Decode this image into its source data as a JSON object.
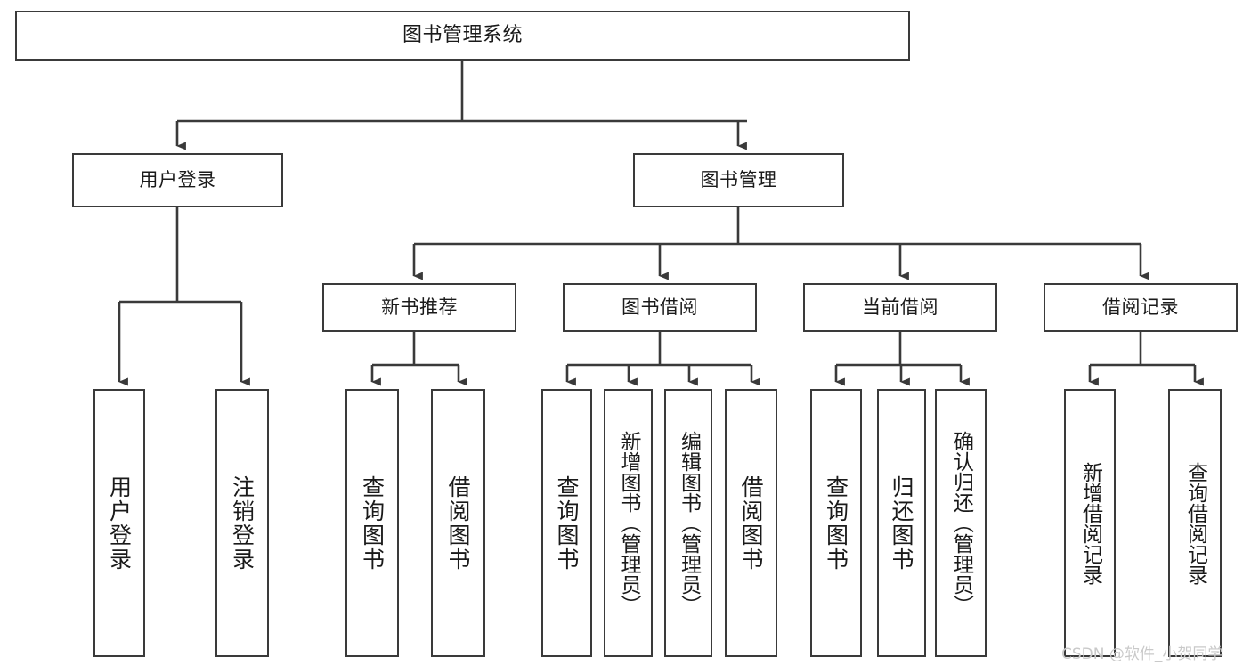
{
  "diagram": {
    "title": "图书管理系统",
    "watermark": "CSDN @软件_小贺同学",
    "line_color": "#3a3a3a",
    "box_fill": "#ffffff",
    "text_color": "#1a1a1a",
    "watermark_color": "#c9c9c9"
  },
  "root": {
    "label": "图书管理系统"
  },
  "level2": [
    {
      "label": "用户登录"
    },
    {
      "label": "图书管理"
    }
  ],
  "level3": [
    {
      "label": "新书推荐"
    },
    {
      "label": "图书借阅"
    },
    {
      "label": "当前借阅"
    },
    {
      "label": "借阅记录"
    }
  ],
  "leaves": {
    "user_login": [
      {
        "label": "用户登录"
      },
      {
        "label": "注销登录"
      }
    ],
    "new_book_recommend": [
      {
        "label": "查询图书"
      },
      {
        "label": "借阅图书"
      }
    ],
    "book_borrow": [
      {
        "label": "查询图书"
      },
      {
        "label": "新增图书（管理员）"
      },
      {
        "label": "编辑图书（管理员）"
      },
      {
        "label": "借阅图书"
      }
    ],
    "current_borrow": [
      {
        "label": "查询图书"
      },
      {
        "label": "归还图书"
      },
      {
        "label": "确认归还（管理员）"
      }
    ],
    "borrow_record": [
      {
        "label": "新增借阅记录"
      },
      {
        "label": "查询借阅记录"
      }
    ]
  }
}
